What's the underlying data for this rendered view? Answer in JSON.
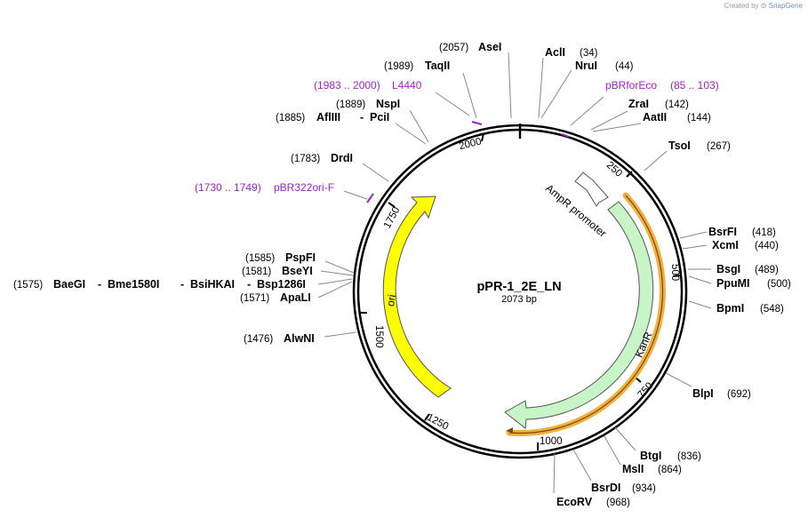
{
  "credit": {
    "prefix": "Created by",
    "brand": "SnapGene"
  },
  "plasmid": {
    "name": "pPR-1_2E_LN",
    "size": "2073 bp"
  },
  "ticks": [
    "2000",
    "250",
    "500",
    "750",
    "1000",
    "1250",
    "1500",
    "1750"
  ],
  "sites": [
    {
      "name": "AseI",
      "pos": "(2057)"
    },
    {
      "name": "AclI",
      "pos": "(34)"
    },
    {
      "name": "TaqII",
      "pos": "(1989)"
    },
    {
      "name": "NruI",
      "pos": "(44)"
    },
    {
      "name": "NspI",
      "pos": "(1889)"
    },
    {
      "name": "AflIII",
      "pos": "(1885)"
    },
    {
      "name": "PciI",
      "pos": ""
    },
    {
      "name": "ZraI",
      "pos": "(142)"
    },
    {
      "name": "AatII",
      "pos": "(144)"
    },
    {
      "name": "TsoI",
      "pos": "(267)"
    },
    {
      "name": "DrdI",
      "pos": "(1783)"
    },
    {
      "name": "BsrFI",
      "pos": "(418)"
    },
    {
      "name": "XcmI",
      "pos": "(440)"
    },
    {
      "name": "BsgI",
      "pos": "(489)"
    },
    {
      "name": "PpuMI",
      "pos": "(500)"
    },
    {
      "name": "BpmI",
      "pos": "(548)"
    },
    {
      "name": "PspFI",
      "pos": "(1585)"
    },
    {
      "name": "BseYI",
      "pos": "(1581)"
    },
    {
      "name": "BaeGI",
      "pos": "(1575)"
    },
    {
      "name": "Bme1580I",
      "pos": ""
    },
    {
      "name": "BsiHKAI",
      "pos": ""
    },
    {
      "name": "Bsp1286I",
      "pos": ""
    },
    {
      "name": "ApaLI",
      "pos": "(1571)"
    },
    {
      "name": "AlwNI",
      "pos": "(1476)"
    },
    {
      "name": "BlpI",
      "pos": "(692)"
    },
    {
      "name": "BtgI",
      "pos": "(836)"
    },
    {
      "name": "MslI",
      "pos": "(864)"
    },
    {
      "name": "BsrDI",
      "pos": "(934)"
    },
    {
      "name": "EcoRV",
      "pos": "(968)"
    }
  ],
  "primers": [
    {
      "name": "L4440",
      "range": "(1983 .. 2000)"
    },
    {
      "name": "pBRforEco",
      "range": "(85 .. 103)"
    },
    {
      "name": "pBR322ori-F",
      "range": "(1730 .. 1749)"
    }
  ],
  "features": [
    {
      "name": "AmpR promoter",
      "color": "#ffffff"
    },
    {
      "name": "KanR",
      "color": "#c8f5c8"
    },
    {
      "name": "ori",
      "color": "#ffff00"
    }
  ],
  "colors": {
    "primer": "#a020c8",
    "kanr_highlight": "#f0b040",
    "ori": "#ffff00",
    "kanr": "#c8f5c8"
  }
}
